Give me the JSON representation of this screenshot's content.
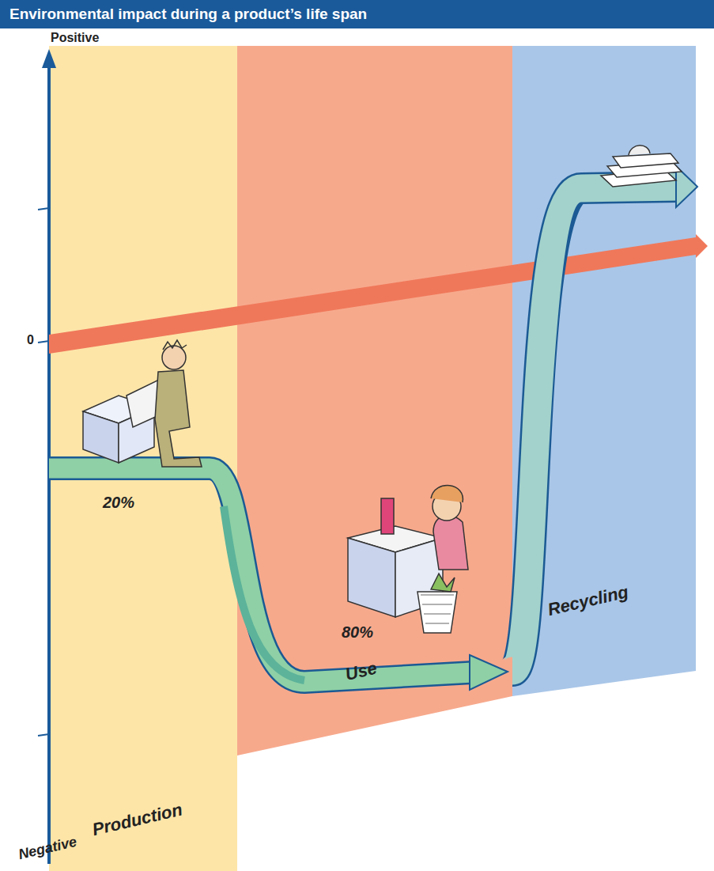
{
  "diagram": {
    "title": "Environmental impact during a product’s life span",
    "nodes": [
      {
        "text": [
          "Production"
        ]
      },
      {
        "text": [
          "Use"
        ]
      },
      {
        "text": [
          "Recycling"
        ]
      }
    ],
    "labels": [
      "Positive",
      "0",
      "Negative",
      "20%",
      "80%"
    ]
  }
}
